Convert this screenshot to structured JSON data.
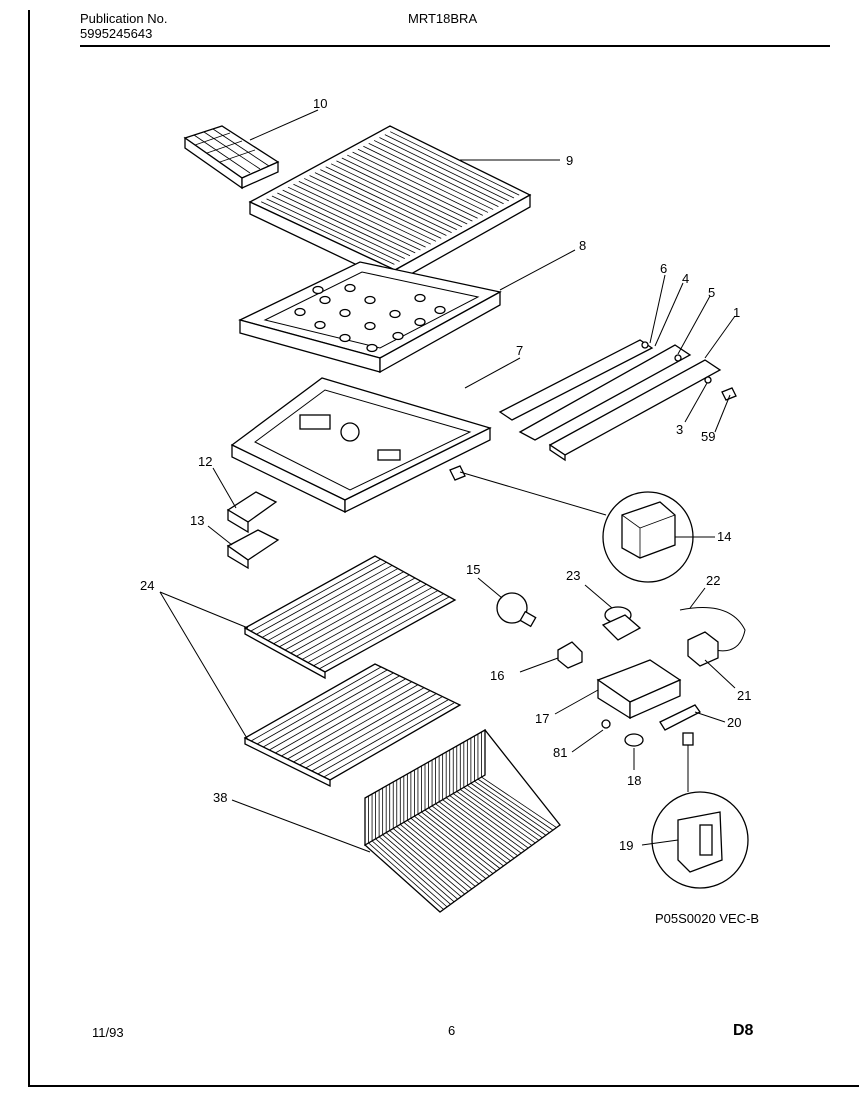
{
  "header": {
    "publication_label": "Publication No.",
    "publication_number": "5995245643",
    "model": "MRT18BRA"
  },
  "footer": {
    "date": "11/93",
    "page": "6",
    "section": "D8"
  },
  "figure_code": "P05S0020  VEC-B",
  "callouts": {
    "c10": "10",
    "c9": "9",
    "c8": "8",
    "c7": "7",
    "c6": "6",
    "c4": "4",
    "c5": "5",
    "c1": "1",
    "c3": "3",
    "c59": "59",
    "c12": "12",
    "c13": "13",
    "c14": "14",
    "c15": "15",
    "c23": "23",
    "c22": "22",
    "c24": "24",
    "c16": "16",
    "c21": "21",
    "c17": "17",
    "c20": "20",
    "c81": "81",
    "c18": "18",
    "c38": "38",
    "c19": "19"
  }
}
